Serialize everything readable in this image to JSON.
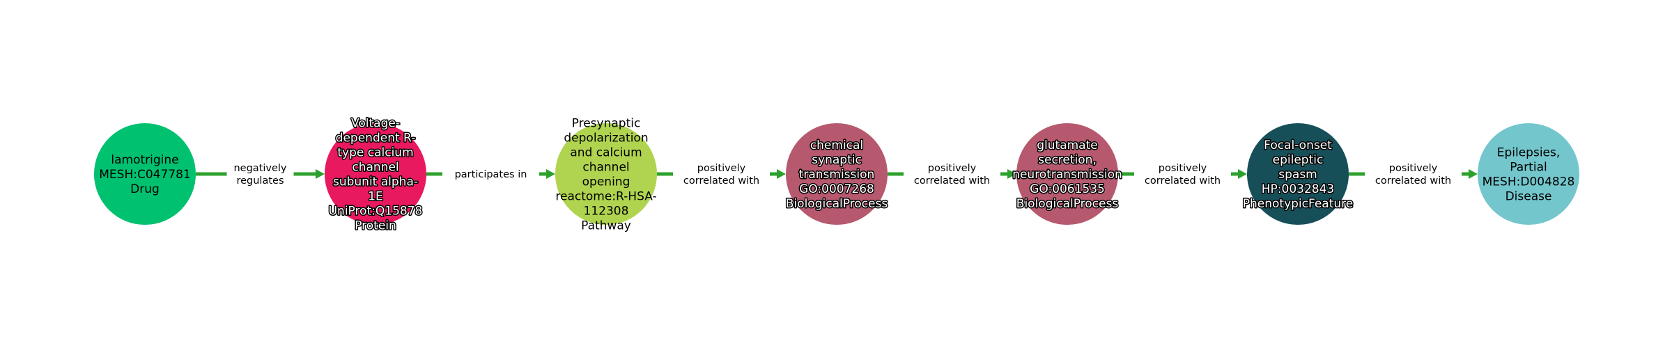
{
  "edge_color": "#2ca02c",
  "nodes": [
    {
      "lines": [
        "lamotrigine",
        "MESH:C047781",
        "Drug"
      ],
      "color": "#00c170",
      "outlined": false
    },
    {
      "lines": [
        "Voltage-",
        "dependent R-",
        "type calcium",
        "channel",
        "subunit alpha-",
        "1E",
        "UniProt:Q15878",
        "Protein"
      ],
      "color": "#e8195e",
      "outlined": true
    },
    {
      "lines": [
        "Presynaptic",
        "depolarization",
        "and calcium",
        "channel",
        "opening",
        "reactome:R-HSA-",
        "112308",
        "Pathway"
      ],
      "color": "#b0d44f",
      "outlined": false
    },
    {
      "lines": [
        "chemical",
        "synaptic",
        "transmission",
        "GO:0007268",
        "BiologicalProcess"
      ],
      "color": "#b6596f",
      "outlined": true
    },
    {
      "lines": [
        "glutamate",
        "secretion,",
        "neurotransmission",
        "GO:0061535",
        "BiologicalProcess"
      ],
      "color": "#b6596f",
      "outlined": true
    },
    {
      "lines": [
        "Focal-onset",
        "epileptic",
        "spasm",
        "HP:0032843",
        "PhenotypicFeature"
      ],
      "color": "#174f59",
      "outlined": true
    },
    {
      "lines": [
        "Epilepsies,",
        "Partial",
        "MESH:D004828",
        "Disease"
      ],
      "color": "#73c6cc",
      "outlined": false
    }
  ],
  "edges": [
    {
      "lines": [
        "negatively",
        "regulates"
      ]
    },
    {
      "lines": [
        "participates in"
      ]
    },
    {
      "lines": [
        "positively",
        "correlated with"
      ]
    },
    {
      "lines": [
        "positively",
        "correlated with"
      ]
    },
    {
      "lines": [
        "positively",
        "correlated with"
      ]
    },
    {
      "lines": [
        "positively",
        "correlated with"
      ]
    }
  ]
}
